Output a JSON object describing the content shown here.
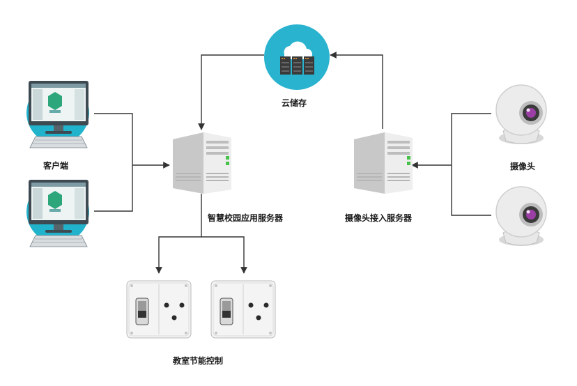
{
  "nodes": {
    "cloud": {
      "label": "云储存",
      "icon": "cloud-storage-icon"
    },
    "clients": {
      "label": "客户端",
      "icon": "desktop-computer-icon"
    },
    "app_server": {
      "label": "智慧校园应用服务器",
      "icon": "server-tower-icon"
    },
    "camera_server": {
      "label": "摄像头接入服务器",
      "icon": "server-tower-icon"
    },
    "cameras": {
      "label": "摄像头",
      "icon": "webcam-icon"
    },
    "classroom_control": {
      "label": "教室节能控制",
      "icon": "wall-switch-socket-icon"
    }
  },
  "colors": {
    "connector": "#333333",
    "cloud_circle": "#29b3cf",
    "client_circle": "#22b3cc",
    "server_body": "#e8e8e8",
    "server_led": "#46c24b"
  }
}
